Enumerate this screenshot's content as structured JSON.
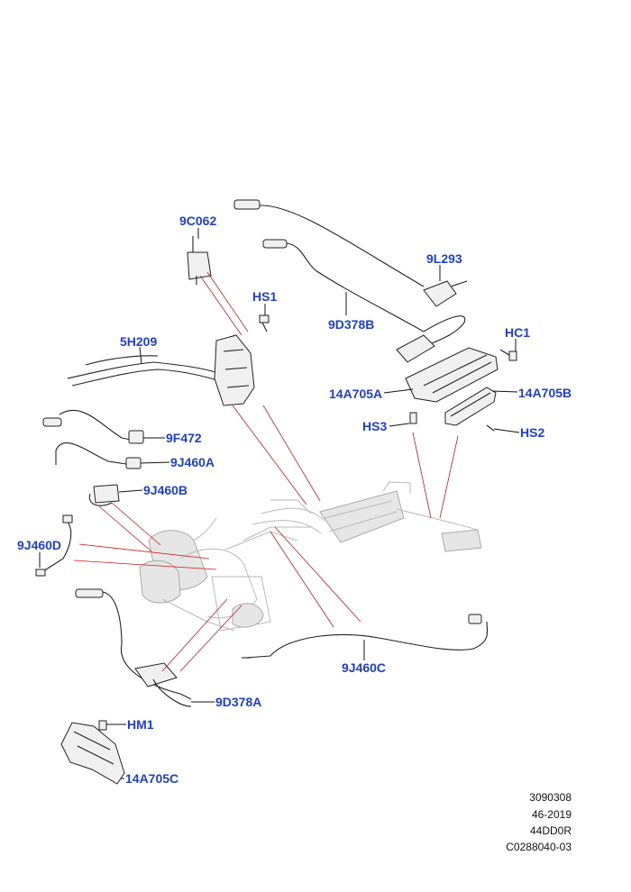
{
  "parts": {
    "p9C062": "9C062",
    "p9L293": "9L293",
    "pHS1": "HS1",
    "p9D378B": "9D378B",
    "p5H209": "5H209",
    "pHC1": "HC1",
    "p14A705A": "14A705A",
    "p14A705B": "14A705B",
    "pHS3": "HS3",
    "pHS2": "HS2",
    "p9F472": "9F472",
    "p9J460A": "9J460A",
    "p9J460B": "9J460B",
    "p9J460D": "9J460D",
    "p9J460C": "9J460C",
    "p9D378A": "9D378A",
    "pHM1": "HM1",
    "p14A705C": "14A705C"
  },
  "reference": {
    "line1": "3090308",
    "line2": "46-2019",
    "line3": "44DD0R",
    "line4": "C0288040-03"
  },
  "colors": {
    "callout_text": "#1f3fd1",
    "leader_lines": "#d01818",
    "line_art": "#222222"
  }
}
